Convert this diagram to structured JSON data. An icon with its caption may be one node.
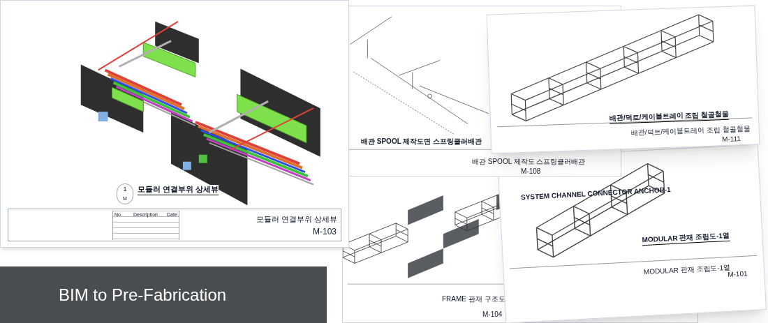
{
  "diagram": {
    "title": "BIM to Pre-Fabrication",
    "nodes": [
      {
        "text": [
          "1",
          "M",
          "모듈러 연결부위 상세뷰",
          "No.",
          "Description",
          "Date",
          "모듈러 연결부위 상세뷰",
          "M-103"
        ]
      },
      {
        "text": [
          "배관 SPOOL 제작도면 스프링클러배관",
          "배관 SPOOL 제작도 스프링클러배관",
          "M-108"
        ]
      },
      {
        "text": [
          "배관/덕트/케이블트레이 조립 철골철물",
          "배관/덕트/케이블트레이 조립 철골철물",
          "M-111"
        ]
      },
      {
        "text": [
          "FRAME 판재 구조도",
          "M-104"
        ]
      },
      {
        "text": [
          "SYSTEM CHANNEL CONNECTOR ANCHOR-1",
          "MODULAR 판재 조립도-1열",
          "MODULAR 판재 조립도-1열",
          "M-101"
        ]
      }
    ]
  }
}
